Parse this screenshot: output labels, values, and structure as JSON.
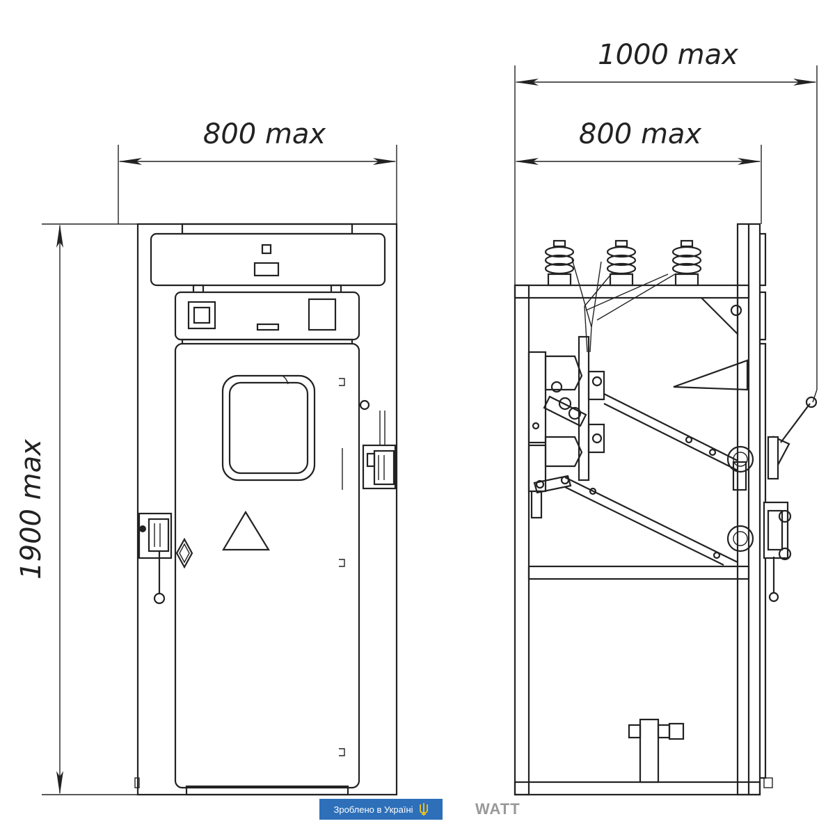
{
  "dimensions": {
    "front_width": "800 max",
    "side_width_total": "1000 max",
    "side_width": "800 max",
    "height": "1900 max"
  },
  "footer": {
    "made_in_label": "Зроблено в Україні",
    "emblem_icon": "trident-icon",
    "brand_logo_text": "WATT"
  },
  "colors": {
    "line": "#222222",
    "badge_bg": "#2d6fb9",
    "badge_text": "#ffffff",
    "emblem": "#f5c518",
    "logo": "#999999"
  }
}
